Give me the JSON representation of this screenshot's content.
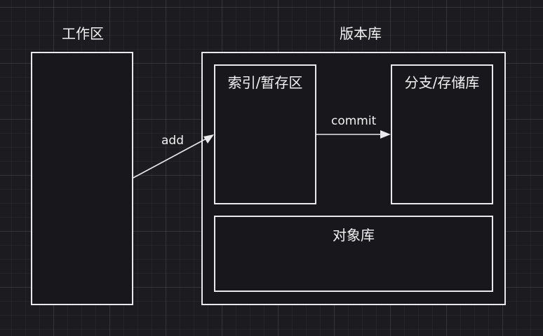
{
  "nodes": {
    "workspace": {
      "label": "工作区"
    },
    "repository": {
      "label": "版本库"
    },
    "index": {
      "label": "索引/暂存区"
    },
    "branch": {
      "label": "分支/存储库"
    },
    "objects": {
      "label": "对象库"
    }
  },
  "edges": {
    "add": {
      "label": "add"
    },
    "commit": {
      "label": "commit"
    }
  },
  "colors": {
    "background": "#1c1b20",
    "stroke": "#e9e9ec",
    "text": "#f2f2f2"
  }
}
